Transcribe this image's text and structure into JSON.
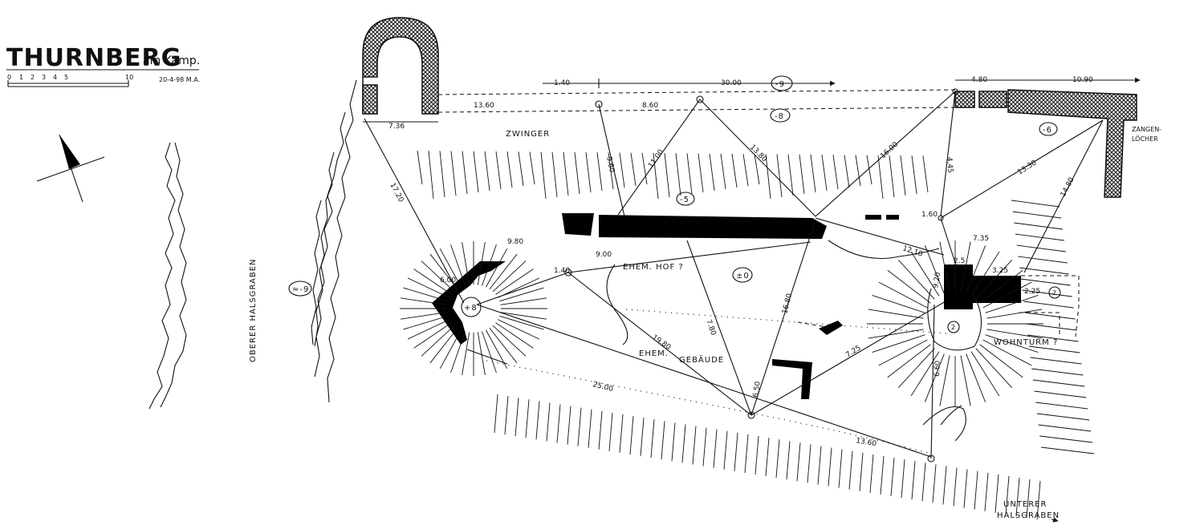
{
  "title": "THURNBERG",
  "subtitle": "am Kamp.",
  "date": "20-4-98 M.A.",
  "scale_ticks": [
    "0",
    "1",
    "2",
    "3",
    "4",
    "5",
    "10"
  ],
  "labels": {
    "zwinger": "ZWINGER",
    "oberer_halsgraben": "OBERER HALSGRABEN",
    "unterer_1": "UNTERER",
    "unterer_2": "HALSGRABEN",
    "ehem_hof": "EHEM. HOF ?",
    "ehem_gebaeude_1": "EHEM.",
    "ehem_gebaeude_2": "GEBÄUDE",
    "wohnturm": "WOHNTURM ?",
    "zangen_1": "ZANGEN-",
    "zangen_2": "LÖCHER"
  },
  "levels": {
    "m9_top": "-9",
    "m8": "-8",
    "m6": "-6",
    "m5": "-5",
    "m9_left": "≈-9",
    "p8": "+8",
    "zero": "±0",
    "two_a": "2",
    "two_b": "2"
  },
  "measurements": {
    "m1_40": "1.40",
    "m30_00": "30.00",
    "m4_80": "4.80",
    "m10_90": "10.90",
    "m13_60_top": "13.60",
    "m8_60": "8.60",
    "m7_36": "7.36",
    "m13_80": "13.80",
    "m16_00": "16.00",
    "m13_30": "13.30",
    "m14_80": "14.80",
    "m11_00": "11.00",
    "m12_10": "12.10",
    "m9_80": "9.80",
    "m6_00": "6.00",
    "m9_00": "9.00",
    "m7_80": "7.80",
    "m16_80": "16.80",
    "m7_25": "7.25",
    "m9_20": "9.20",
    "m3_25": "3.25",
    "m2_25": "2.25",
    "m7_35": "7.35",
    "m13_60_bottom": "13.60",
    "m25_00": "25.00",
    "m19_80": "19.80",
    "m6_50": "6.50",
    "m1_60": "1.60",
    "m4_45": "4.45",
    "m2_5": "2.5",
    "m6_60": "6.60",
    "m9_60": "9.60",
    "m17_20": "17.20"
  }
}
